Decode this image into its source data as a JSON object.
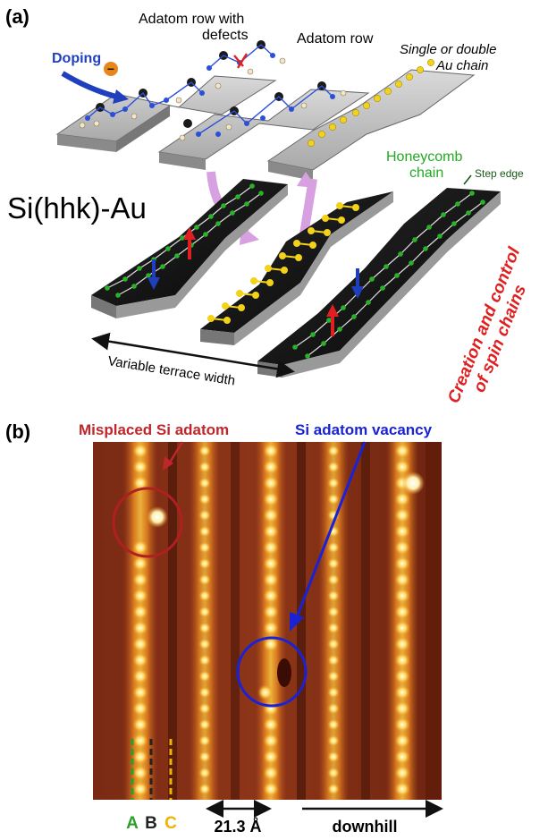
{
  "panel_a": {
    "label": "(a)",
    "title": "Si(hhk)-Au",
    "doping": "Doping",
    "doping_sign": "−",
    "adatom_row_defects_line1": "Adatom row with",
    "adatom_row_defects_line2": "defects",
    "adatom_row": "Adatom row",
    "au_chain_line1": "Single or double",
    "au_chain_line2": "Au chain",
    "honeycomb_line1": "Honeycomb",
    "honeycomb_line2": "chain",
    "step_edge": "Step edge",
    "creation_line1": "Creation and control",
    "creation_line2": "of spin chains",
    "terrace_width": "Variable terrace width",
    "colors": {
      "doping": "#1f3fbf",
      "honeycomb": "#22aa22",
      "spin": "#e02020",
      "gold": "#f2d21a"
    }
  },
  "panel_b": {
    "label": "(b)",
    "misplaced": "Misplaced Si adatom",
    "vacancy": "Si adatom vacancy",
    "marker_a": "A",
    "marker_b": "B",
    "marker_c": "C",
    "spacing": "21.3 Å",
    "downhill": "downhill",
    "colors": {
      "misplaced": "#c0262a",
      "vacancy": "#1a22d6",
      "a": "#2aa02a",
      "b": "#222222",
      "c": "#f0b400"
    }
  }
}
